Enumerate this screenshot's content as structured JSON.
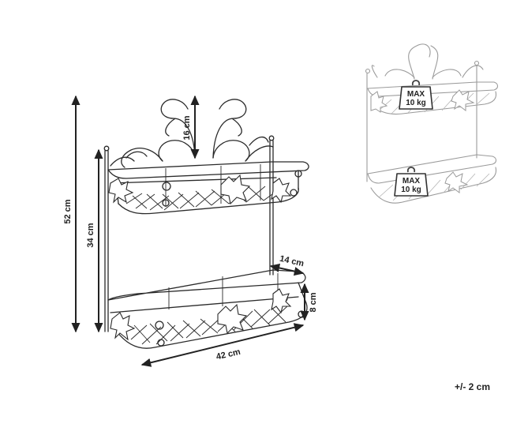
{
  "dimensions": {
    "height_total": "52 cm",
    "height_frame": "34 cm",
    "scroll_height": "16 cm",
    "depth": "14 cm",
    "basket_height": "8 cm",
    "width": "42 cm"
  },
  "load": {
    "top": {
      "line1": "MAX",
      "line2": "10 kg"
    },
    "bottom": {
      "line1": "MAX",
      "line2": "10 kg"
    }
  },
  "tolerance": "+/- 2 cm"
}
